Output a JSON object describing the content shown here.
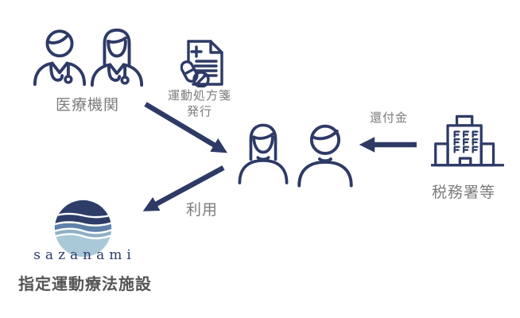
{
  "page": {
    "background": "#ffffff"
  },
  "palette": {
    "icon_navy": "#2e3a66",
    "label_gray": "#7c7c7c",
    "facility_label_gray": "#555555",
    "logo_navy": "#2e3d68",
    "logo_mid_blue": "#5e81aa",
    "logo_gray_blue": "#8fb0c5",
    "logo_light_blue": "#aac9d8"
  },
  "nodes": {
    "medical": {
      "label": "医療機関"
    },
    "prescription": {
      "line1": "運動処方箋",
      "line2": "発行"
    },
    "patients": {},
    "tax": {
      "label": "税務署等"
    },
    "facility": {
      "wordmark": "sazanami",
      "label": "指定運動療法施設"
    }
  },
  "edges": {
    "refund_label": "還付金",
    "use_label": "利用"
  }
}
